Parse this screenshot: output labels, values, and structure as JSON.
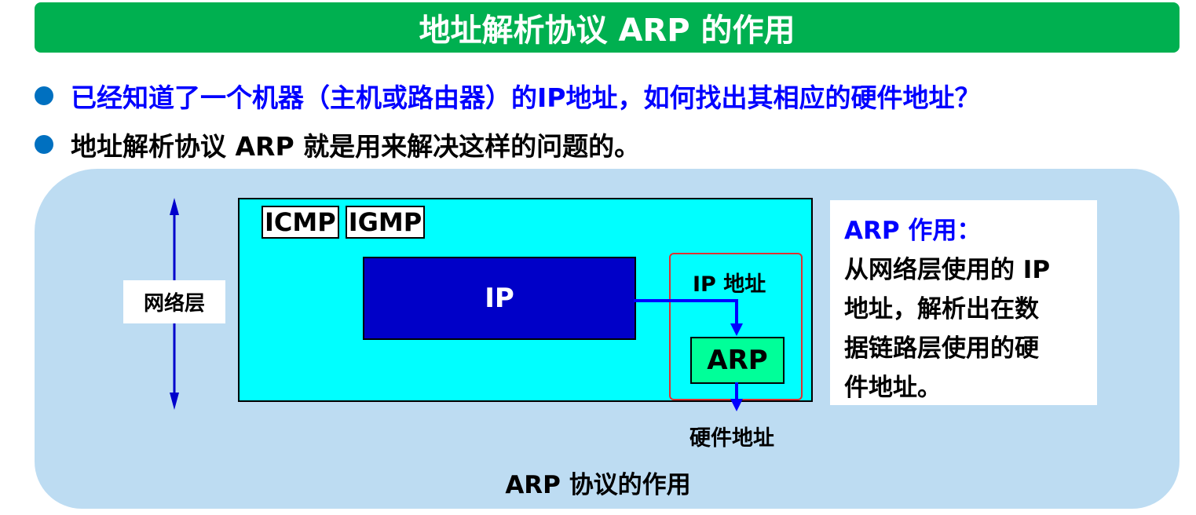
{
  "header": {
    "title": "地址解析协议 ARP 的作用"
  },
  "bullets": [
    {
      "text": "已经知道了一个机器（主机或路由器）的IP地址，如何找出其相应的硬件地址？",
      "color": "#0000ff"
    },
    {
      "text": "地址解析协议 ARP 就是用来解决这样的问题的。",
      "color": "#000000"
    }
  ],
  "diagram": {
    "layer_label": "网络层",
    "protocols": [
      "ICMP",
      "IGMP"
    ],
    "ip_box_label": "IP",
    "ip_address_label": "IP 地址",
    "arp_box_label": "ARP",
    "hardware_address_label": "硬件地址",
    "caption": "ARP 协议的作用",
    "colors": {
      "panel_bg": "#bddcf2",
      "stack_bg": "#00ffff",
      "ip_box": "#0000c8",
      "arp_box": "#00ff99",
      "arrow": "#0000ff",
      "highlight_frame": "#e03030",
      "title_bar": "#00b050",
      "bullet_dot": "#0070c0"
    }
  },
  "description": {
    "title": "ARP 作用：",
    "lines": [
      "从网络层使用的 IP",
      "地址，解析出在数",
      "据链路层使用的硬",
      "件地址。"
    ]
  }
}
